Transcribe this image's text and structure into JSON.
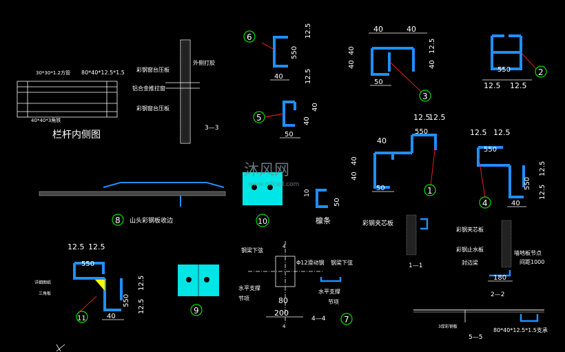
{
  "labels": {
    "railing_inner": "栏杆内侧图",
    "rail_top": "30*30*1.2方管",
    "rail_top2": "80*40*12.5*1.5",
    "rail_bottom": "40*40*3角铁",
    "s33_a": "彩钢窗台压板",
    "s33_b": "外侧打胶",
    "s33_c": "铝合金推拉窗",
    "s33_d": "彩钢窗台压板",
    "s33_title": "3—3",
    "s8_title": "山头彩钢板收边",
    "purlin": "檩条",
    "colorsteel": "彩钢夹芯板",
    "s11_dim": "1—1",
    "s22_a": "彩钢夹芯板",
    "s22_b": "彩钢止水板",
    "s22_c": "封边梁",
    "s22_d": "墙地板节点",
    "s22_e": "间距1000",
    "s22_title": "2—2",
    "s44_a": "钢梁下弦",
    "s44_b": "Φ12滑动钢",
    "s44_c": "钢梁下弦",
    "s44_d": "水平支撑",
    "s44_e": "节项",
    "s44_f": "水平支撑",
    "s44_g": "节项",
    "s44_title": "4—4",
    "s11_a": "详细图纸",
    "s11_b": "三角板",
    "s55_a": "3厚彩钢板",
    "s55_b": "80*40*12.5*1.5支承",
    "s55_title": "5—5",
    "watermark": "沐风网",
    "watermark_url": "www.mfcad.com"
  },
  "dims": {
    "d40": "40",
    "d50": "50",
    "d550": "550",
    "d125": "12.5",
    "d80": "80",
    "d200": "200",
    "d180": "180",
    "d10": "10",
    "d4": "4"
  },
  "markers": {
    "m1": "1",
    "m2": "2",
    "m3": "3",
    "m4": "4",
    "m5": "5",
    "m6": "6",
    "m7": "7",
    "m8": "8",
    "m9": "9",
    "m10": "10",
    "m11": "11"
  },
  "colors": {
    "profile": "#1e90ff",
    "marker": "#00e000",
    "leader": "#ff2020",
    "plate": "#00e5e5"
  }
}
